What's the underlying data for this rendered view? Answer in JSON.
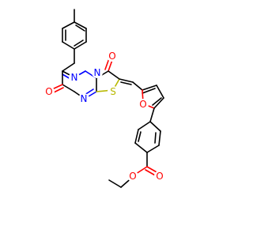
{
  "molecule": {
    "colors": {
      "bond": "#000000",
      "oxygen": "#ff0000",
      "nitrogen": "#0000ff",
      "sulfur": "#b8b800",
      "background": "#ffffff"
    },
    "atom_labels": {
      "o_carbonyl_top": "O",
      "o_carbonyl_left": "O",
      "n_top_1": "N",
      "n_top_2": "N",
      "n_bottom": "N",
      "s_ring": "S",
      "o_furan": "O",
      "o_ester_carbonyl": "O",
      "o_ester_ether": "O"
    }
  }
}
